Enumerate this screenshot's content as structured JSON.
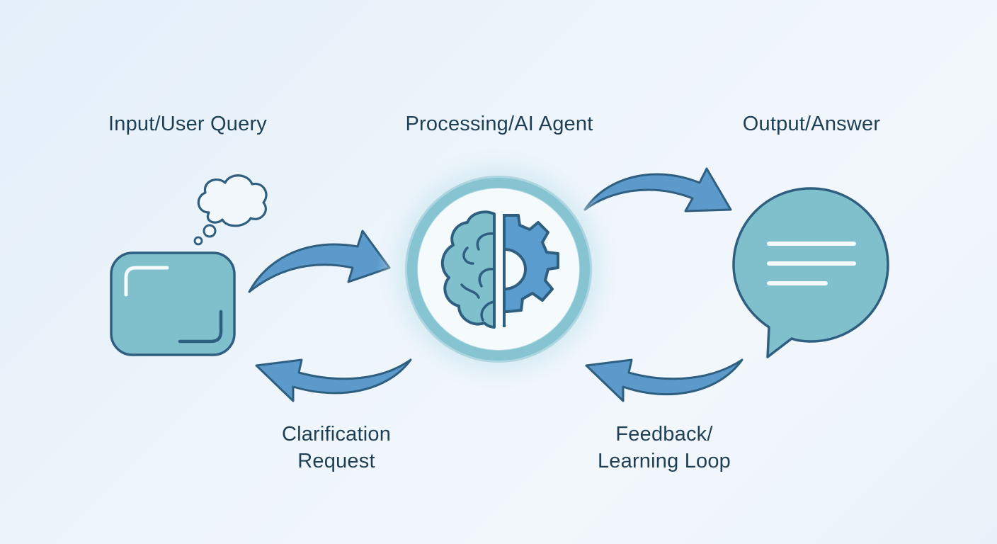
{
  "labels": {
    "input": "Input/User Query",
    "processing": "Processing/AI Agent",
    "output": "Output/Answer",
    "clarification_line1": "Clarification",
    "clarification_line2": "Request",
    "feedback_line1": "Feedback/",
    "feedback_line2": "Learning Loop"
  },
  "icons": {
    "input": "chat-box-icon",
    "thought": "thought-cloud-icon",
    "processing": "brain-gear-icon",
    "output": "speech-bubble-icon"
  },
  "colors": {
    "stroke": "#2f5f80",
    "fill_teal": "#7fc0cc",
    "fill_blue": "#5b9ccf",
    "arrow": "#5b9acb",
    "text": "#1f3f55"
  }
}
